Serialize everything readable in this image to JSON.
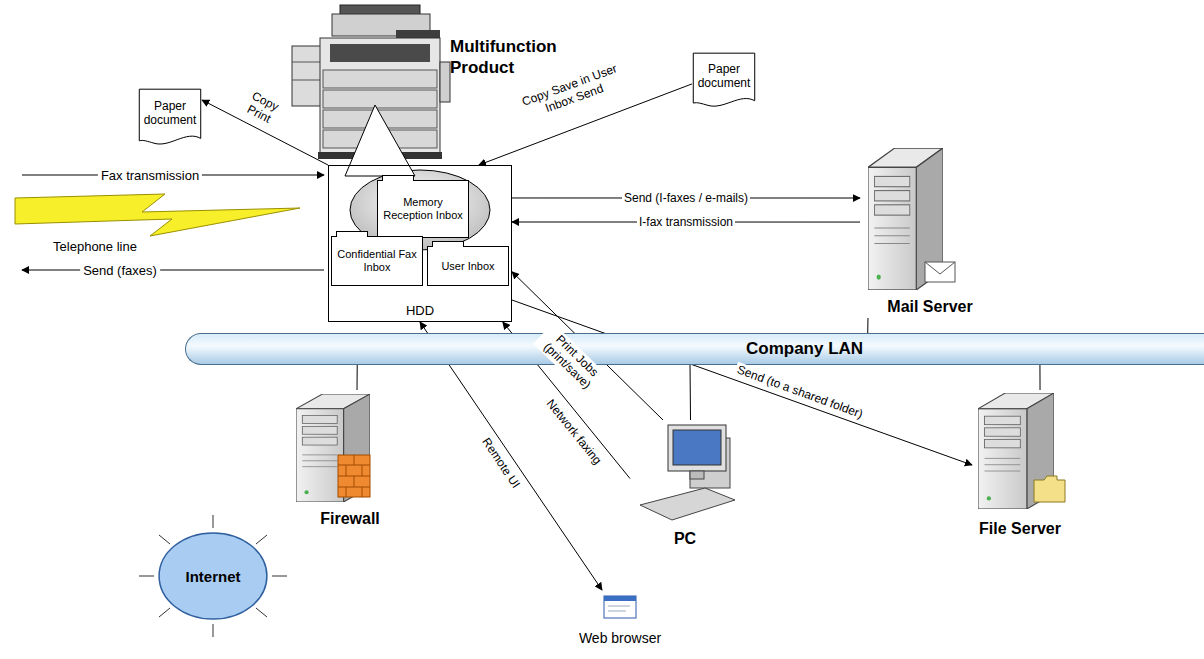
{
  "diagram": {
    "nodes": [
      {
        "text": [
          "Paper document"
        ]
      },
      {
        "text": [
          "Multifunction Product"
        ]
      },
      {
        "text": [
          "Paper document"
        ]
      },
      {
        "text": [
          "HDD"
        ]
      },
      {
        "text": [
          "Memory Reception Inbox"
        ],
        "in": 3
      },
      {
        "text": [
          "Confidential Fax Inbox"
        ],
        "in": 3
      },
      {
        "text": [
          "User Inbox"
        ],
        "in": 3
      },
      {
        "text": [
          "Mail Server"
        ]
      },
      {
        "text": [
          "Company LAN"
        ]
      },
      {
        "text": [
          "Firewall"
        ]
      },
      {
        "text": [
          "PC"
        ]
      },
      {
        "text": [
          "File Server"
        ]
      },
      {
        "text": [
          "Internet"
        ]
      },
      {
        "text": [
          "Web browser"
        ]
      }
    ],
    "edges": [
      {
        "from": 3,
        "to": 0,
        "label": "Copy Print",
        "arrow": "to"
      },
      {
        "from": 2,
        "to": 3,
        "label": "Copy Save in User Inbox Send",
        "arrow": "to"
      },
      {
        "from": 3,
        "to": 7,
        "label": "Send (I-faxes / e-mails)",
        "arrow": "to"
      },
      {
        "from": 7,
        "to": 3,
        "label": "I-fax transmission",
        "arrow": "to"
      },
      {
        "from": 10,
        "to": 3,
        "label": "Print Jobs (print/save)",
        "arrow": "to"
      },
      {
        "from": 10,
        "to": 3,
        "label": "Network faxing",
        "arrow": "to"
      },
      {
        "from": 3,
        "to": 13,
        "label": "Remote UI",
        "arrow": "both"
      },
      {
        "from": 3,
        "to": 11,
        "label": "Send (to a shared folder)",
        "arrow": "to"
      },
      {
        "from": 7,
        "to": 8,
        "arrow": "none"
      },
      {
        "from": 9,
        "to": 8,
        "arrow": "none"
      },
      {
        "from": 10,
        "to": 8,
        "arrow": "none"
      },
      {
        "from": 11,
        "to": 8,
        "arrow": "none"
      }
    ],
    "labels": [
      "Fax transmission",
      "Telephone line",
      "Send (faxes)"
    ]
  }
}
